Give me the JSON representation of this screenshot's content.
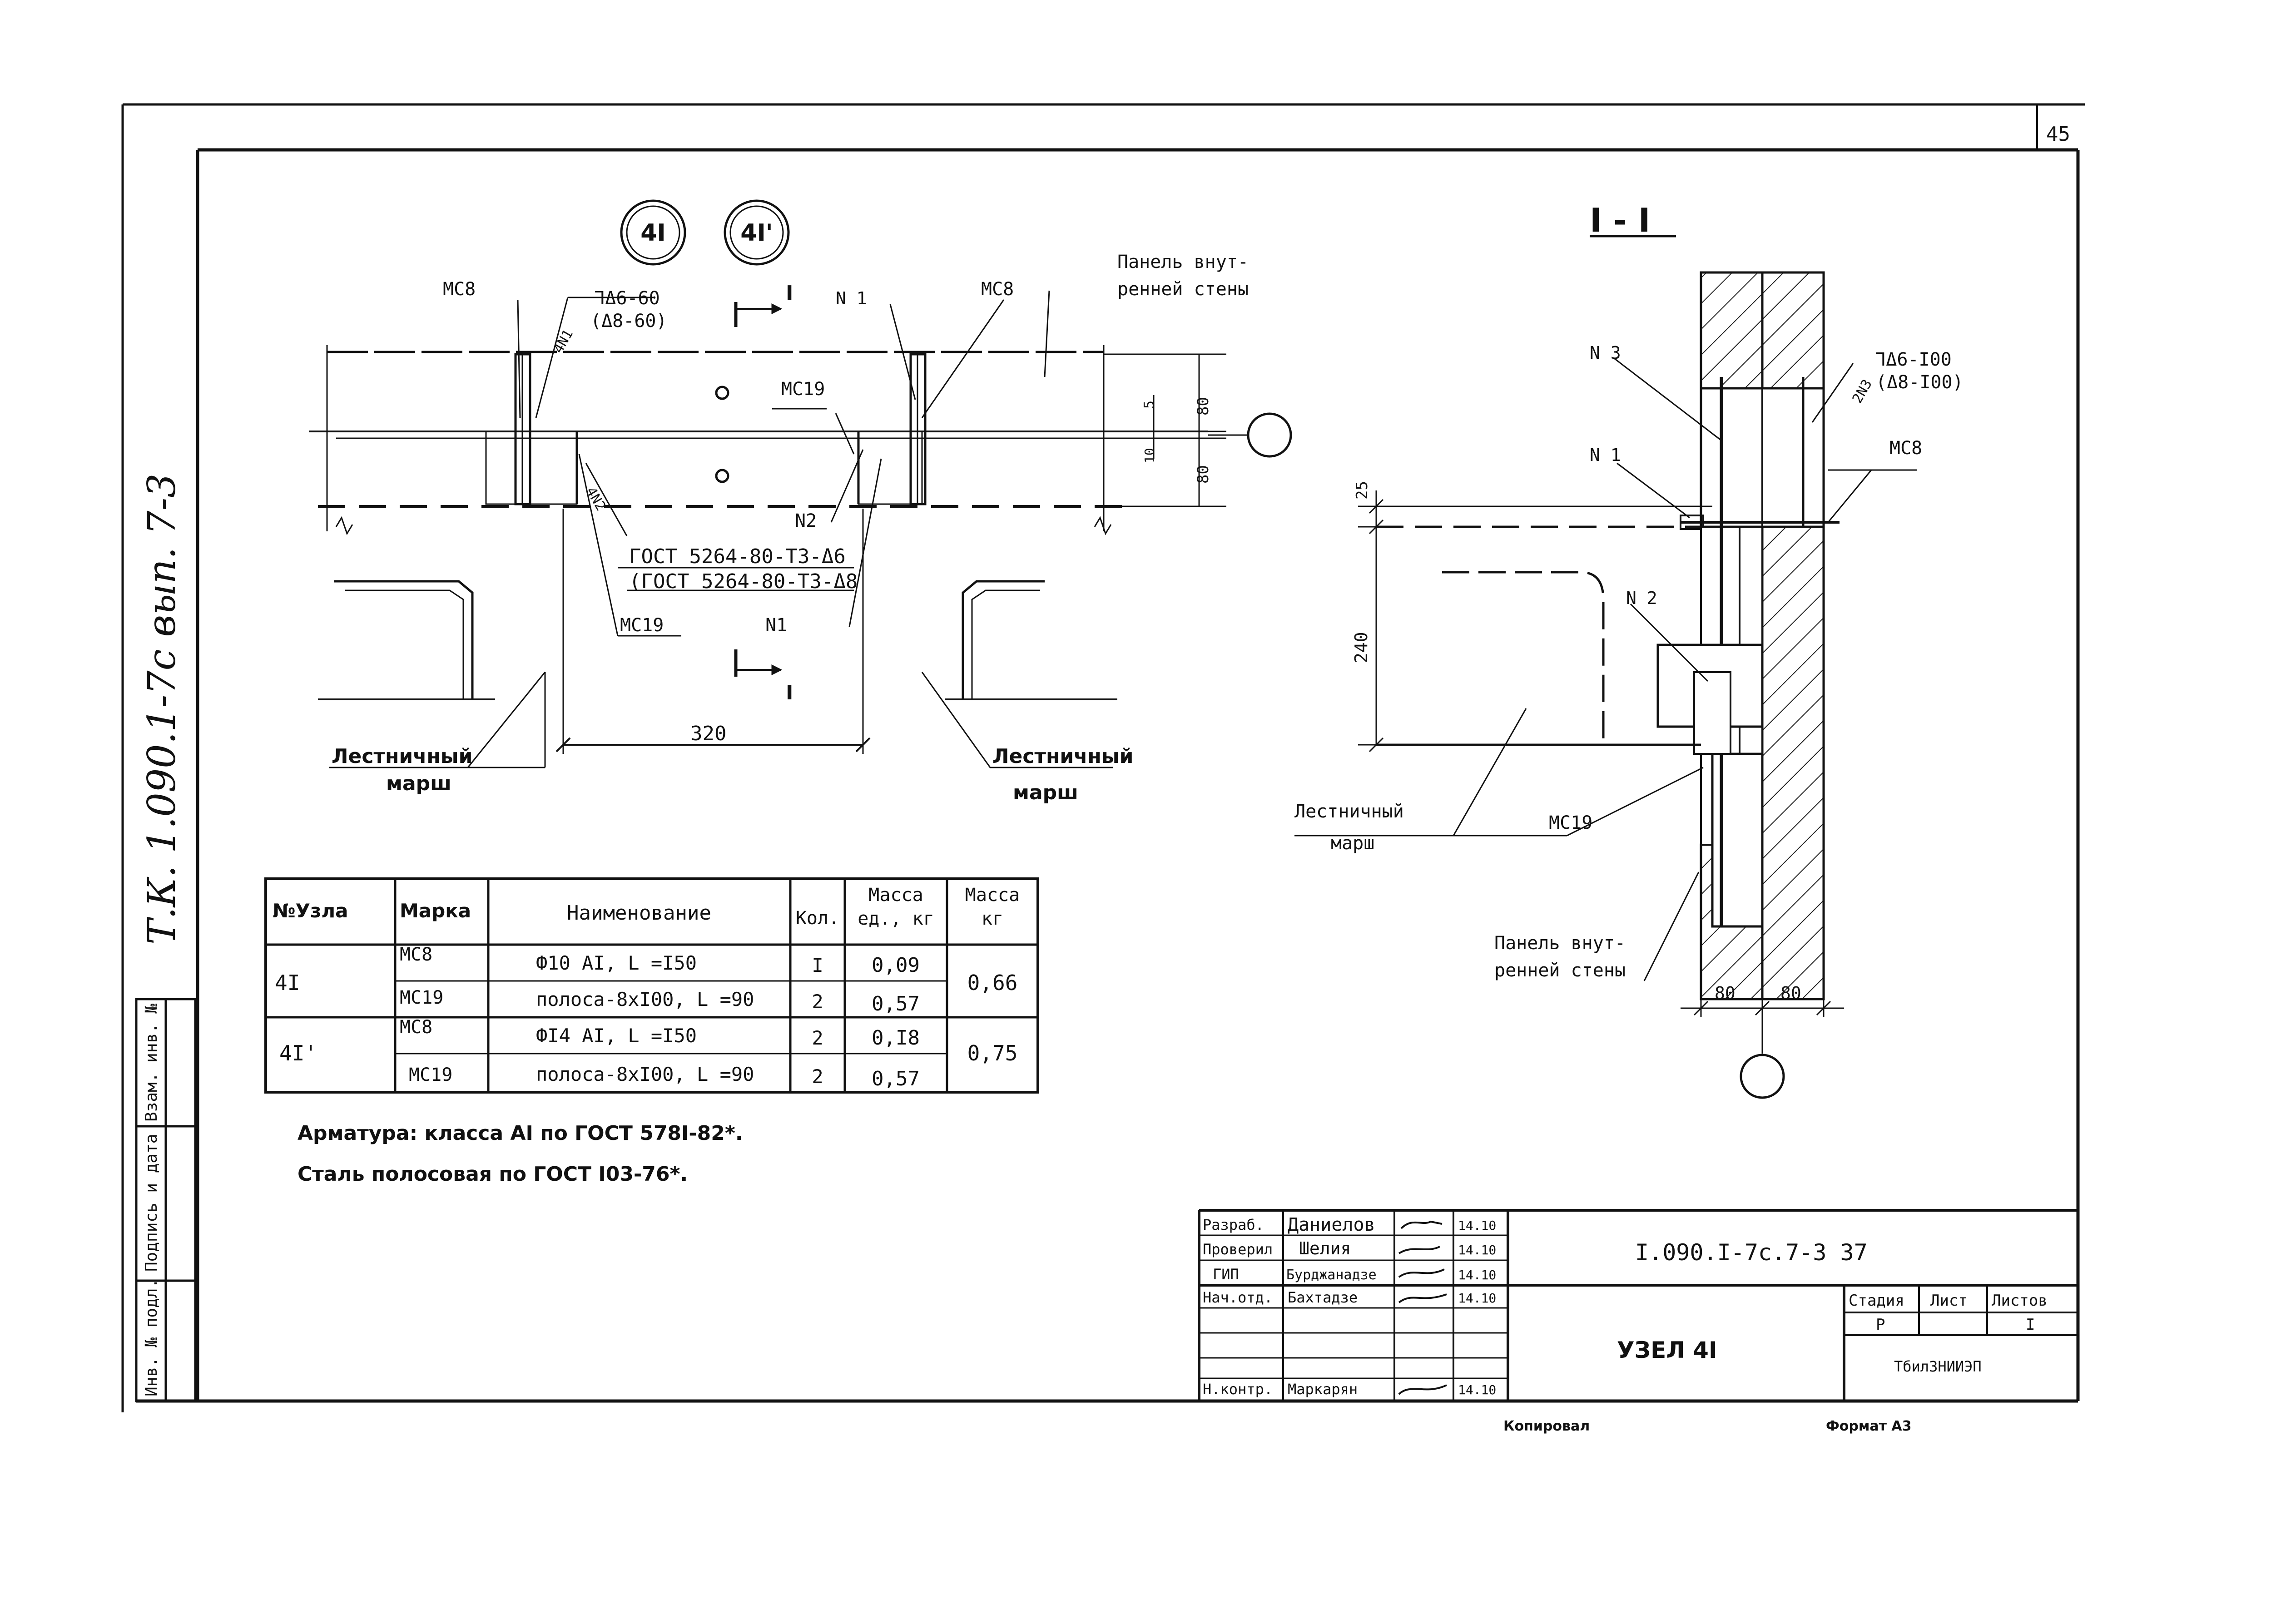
{
  "sheet": {
    "page_number": "45",
    "side_stamp": "Т.К. 1.090.1-7с вып. 7-3",
    "node_marks": [
      "4I",
      "4I'"
    ],
    "copied_label": "Копировал",
    "format_label": "Формат А3"
  },
  "plan_view": {
    "section_mark_top": "I",
    "section_mark_bottom": "I",
    "labels": {
      "mc8_left": "МС8",
      "mc8_right": "МС8",
      "n1_top": "N 1",
      "n1_bottom": "N1",
      "n2": "N2",
      "mc19_mid": "МС19",
      "mc19_bottom": "МС19",
      "weld_left": "4N1",
      "weld_bottom": "4N2",
      "weld_spec_1a": "⅂Δ6-60",
      "weld_spec_1b": "(Δ8-60)",
      "gost_1": "ГОСТ 5264-80-Т3-Δ6",
      "gost_2": "(ГОСТ 5264-80-Т3-Δ8",
      "panel_1": "Панель внут-",
      "panel_2": "ренней стены",
      "stair_left_1": "Лестничный",
      "stair_left_2": "марш",
      "stair_right_1": "Лестничный",
      "stair_right_2": "марш"
    },
    "dims": {
      "d80_top": "80",
      "d5": "5",
      "d10": "10",
      "d80_bottom": "80",
      "d320": "320"
    }
  },
  "section_view": {
    "title": "I - I",
    "labels": {
      "n3": "N 3",
      "n1": "N 1",
      "n2": "N 2",
      "mc8": "МС8",
      "mc19": "МС19",
      "weld": "2N3",
      "weld_spec_a": "⅂Δ6-I00",
      "weld_spec_b": "(Δ8-I00)",
      "stair_1": "Лестничный",
      "stair_2": "марш",
      "panel_1": "Панель внут-",
      "panel_2": "ренней стены"
    },
    "dims": {
      "d25": "25",
      "d240": "240",
      "d80a": "80",
      "d80b": "80"
    }
  },
  "spec_table": {
    "headers": [
      "№Узла",
      "Марка",
      "Наименование",
      "Кол.",
      "Масса ед., кг",
      "Масса кг"
    ],
    "rows": [
      {
        "node": "4I",
        "mark": "МС8",
        "name": "Ф10 АI, L =I50",
        "qty": "I",
        "unit_mass": "0,09",
        "total": "0,66"
      },
      {
        "node": "",
        "mark": "МС19",
        "name": "полоса-8хI00, L =90",
        "qty": "2",
        "unit_mass": "0,57",
        "total": ""
      },
      {
        "node": "4I'",
        "mark": "МС8",
        "name": "ФI4 АI, L =I50",
        "qty": "2",
        "unit_mass": "0,I8",
        "total": "0,75"
      },
      {
        "node": "",
        "mark": "МС19",
        "name": "полоса-8хI00, L =90",
        "qty": "2",
        "unit_mass": "0,57",
        "total": ""
      }
    ]
  },
  "notes": [
    "Арматура: класса АI по ГОСТ 578I-82*.",
    "Сталь полосовая по ГОСТ I03-76*."
  ],
  "title_block": {
    "roles": [
      "Разраб.",
      "Проверил",
      "ГИП",
      "Нач.отд.",
      "",
      "",
      "Н.контр."
    ],
    "names": [
      "Даниелов",
      "Шелия",
      "Бурджанадзе",
      "Бахтадзе",
      "",
      "",
      "Маркарян"
    ],
    "dates": [
      "14.10",
      "14.10",
      "14.10",
      "14.10",
      "",
      "",
      "14.10"
    ],
    "document_code": "I.090.I-7с.7-3 37",
    "title": "УЗЕЛ 4I",
    "stage_label": "Стадия",
    "sheet_label": "Лист",
    "sheets_label": "Листов",
    "stage": "Р",
    "sheet": "",
    "sheets": "I",
    "organization": "ТбилЗНИИЭП"
  },
  "side_block": {
    "labels": [
      "Инв. № подл.",
      "Подпись и дата",
      "Взам. инв. №"
    ]
  }
}
